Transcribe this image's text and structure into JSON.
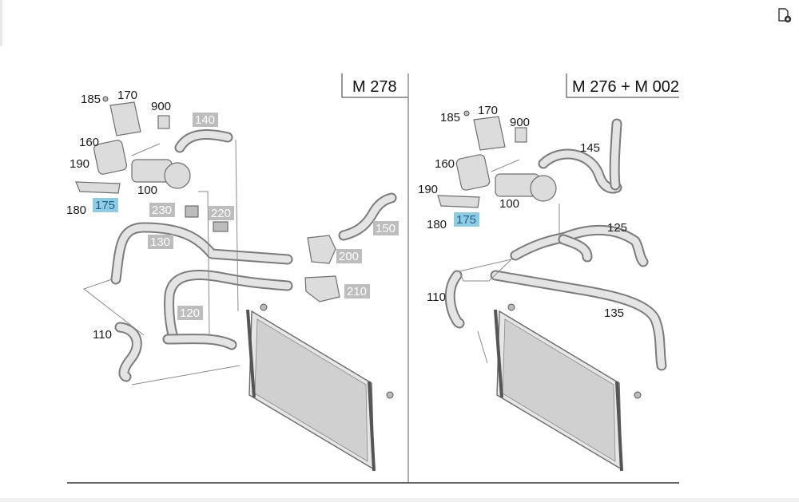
{
  "panels": [
    {
      "title": "M 278",
      "labels": [
        {
          "text": "185",
          "style": "plain"
        },
        {
          "text": "170",
          "style": "plain"
        },
        {
          "text": "900",
          "style": "plain"
        },
        {
          "text": "140",
          "style": "grey"
        },
        {
          "text": "160",
          "style": "plain"
        },
        {
          "text": "190",
          "style": "plain"
        },
        {
          "text": "100",
          "style": "plain"
        },
        {
          "text": "180",
          "style": "plain"
        },
        {
          "text": "175",
          "style": "highlight"
        },
        {
          "text": "230",
          "style": "grey"
        },
        {
          "text": "220",
          "style": "grey"
        },
        {
          "text": "130",
          "style": "grey"
        },
        {
          "text": "150",
          "style": "grey"
        },
        {
          "text": "200",
          "style": "grey"
        },
        {
          "text": "210",
          "style": "grey"
        },
        {
          "text": "120",
          "style": "grey"
        },
        {
          "text": "110",
          "style": "plain"
        }
      ]
    },
    {
      "title": "M 276 + M 002",
      "labels": [
        {
          "text": "185",
          "style": "plain"
        },
        {
          "text": "170",
          "style": "plain"
        },
        {
          "text": "900",
          "style": "plain"
        },
        {
          "text": "145",
          "style": "plain"
        },
        {
          "text": "160",
          "style": "plain"
        },
        {
          "text": "190",
          "style": "plain"
        },
        {
          "text": "100",
          "style": "plain"
        },
        {
          "text": "175",
          "style": "highlight"
        },
        {
          "text": "180",
          "style": "plain"
        },
        {
          "text": "125",
          "style": "plain"
        },
        {
          "text": "110",
          "style": "plain"
        },
        {
          "text": "135",
          "style": "plain"
        }
      ]
    }
  ],
  "colors": {
    "highlight_bg": "#8fcbe3",
    "grey_label_bg": "#bdbdbd"
  },
  "toolbar": {
    "icon": "document-settings-icon"
  }
}
